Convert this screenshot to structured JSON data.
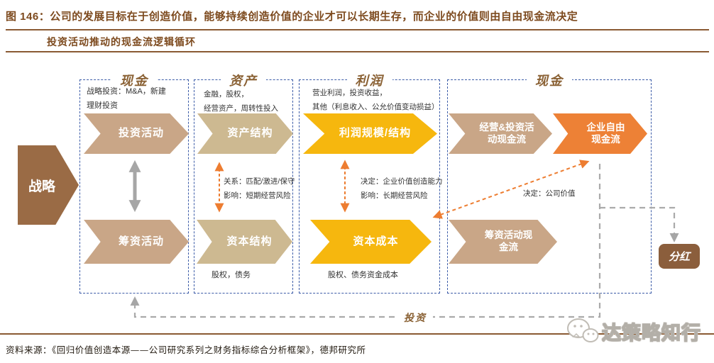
{
  "header": {
    "title": "图 146：公司的发展目标在于创造价值，能够持续创造价值的企业才可以长期生存，而企业的价值则由自由现金流决定",
    "subtitle": "投资活动推动的现金流逻辑循环"
  },
  "diagram": {
    "strategy_label": "战略",
    "loop_label": "投资",
    "col1": {
      "header": "现金",
      "note_line1": "战略投资：M&A，新建",
      "note_line2": "理财投资",
      "arrow_top": "投资活动",
      "arrow_bottom": "筹资活动"
    },
    "col2": {
      "header": "资产",
      "note_line1": "金融，股权，",
      "note_line2": "经营资产，周转性投入",
      "arrow_top": "资产结构",
      "mid_line1": "关系：匹配/激进/保守",
      "mid_line2": "影响：短期经营风险",
      "arrow_bottom": "资本结构",
      "bottom_note": "股权，债务"
    },
    "col3": {
      "header": "利润",
      "note_line1": "营业利润，投资收益，",
      "note_line2": "其他（利息收入、公允价值变动损益）",
      "arrow_top": "利润规模/结构",
      "mid_line1": "决定：企业价值创造能力",
      "mid_line2": "影响：长期经营风险",
      "arrow_bottom": "资本成本",
      "bottom_note": "股权、债务资金成本"
    },
    "col4": {
      "header": "现金",
      "arrow_top_left": "经营&投资活动现金流",
      "arrow_top_right": "企业自由现金流",
      "mid_note": "决定：公司价值",
      "arrow_bottom": "筹资活动现金流",
      "dividend_label": "分红"
    }
  },
  "footer": {
    "source": "资料来源：《回归价值创造本源——公司研究系列之财务指标综合分析框架》，德邦研究所",
    "watermark": "达策略知行"
  },
  "colors": {
    "title_brown": "#7d4a1e",
    "header_brown": "#8a6134",
    "rule_brown": "#8a5a33",
    "arrow_tan": "#c9a687",
    "arrow_khaki": "#cdb991",
    "arrow_gold": "#f6b70e",
    "arrow_orange": "#ed8136",
    "strategy_brown": "#9a6b45",
    "dividend_brown": "#8b5e3c",
    "box_border_blue": "#3c5ca8",
    "connector_gray": "#a6a6a6",
    "connector_orange": "#ed7d31"
  }
}
